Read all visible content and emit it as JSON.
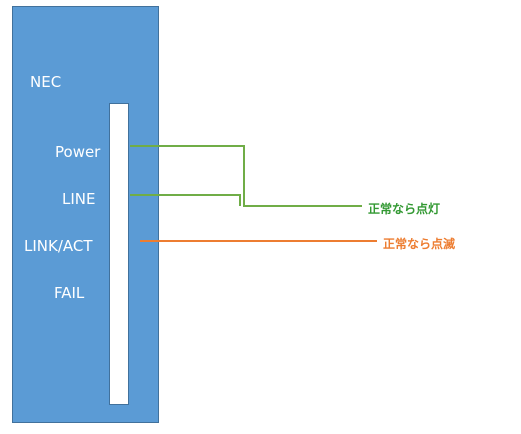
{
  "device": {
    "brand": "NEC",
    "leds": [
      {
        "label": "Power"
      },
      {
        "label": "LINE"
      },
      {
        "label": "LINK/ACT"
      },
      {
        "label": "FAIL"
      }
    ]
  },
  "annotations": [
    {
      "text": "正常なら点灯",
      "color": "#339933",
      "line_color": "#70ad47"
    },
    {
      "text": "正常なら点滅",
      "color": "#ed7d31",
      "line_color": "#ed7d31"
    }
  ]
}
